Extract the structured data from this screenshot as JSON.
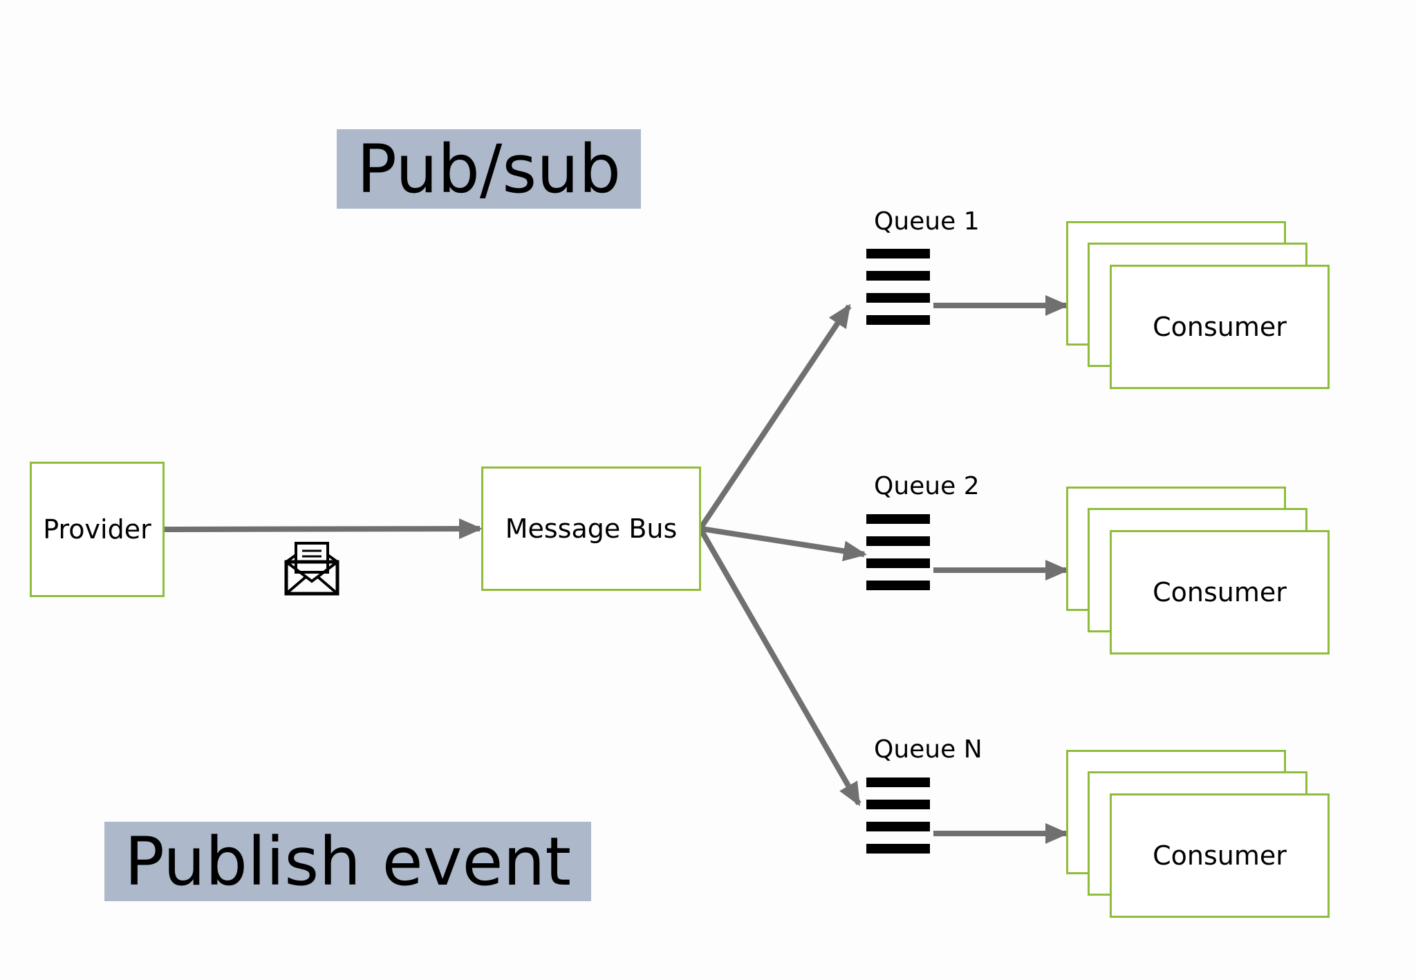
{
  "title": "Pub/sub",
  "caption": "Publish event",
  "provider": {
    "label": "Provider"
  },
  "message_bus": {
    "label": "Message Bus"
  },
  "queues": [
    {
      "label": "Queue 1",
      "consumer": "Consumer"
    },
    {
      "label": "Queue 2",
      "consumer": "Consumer"
    },
    {
      "label": "Queue N",
      "consumer": "Consumer"
    }
  ],
  "colors": {
    "badge": "#adb9ca",
    "box_border": "#8fbd3a",
    "arrow": "#707070",
    "queue_bars": "#000000"
  },
  "icons": {
    "message": "envelope-icon",
    "queue": "queue-bars-icon"
  }
}
